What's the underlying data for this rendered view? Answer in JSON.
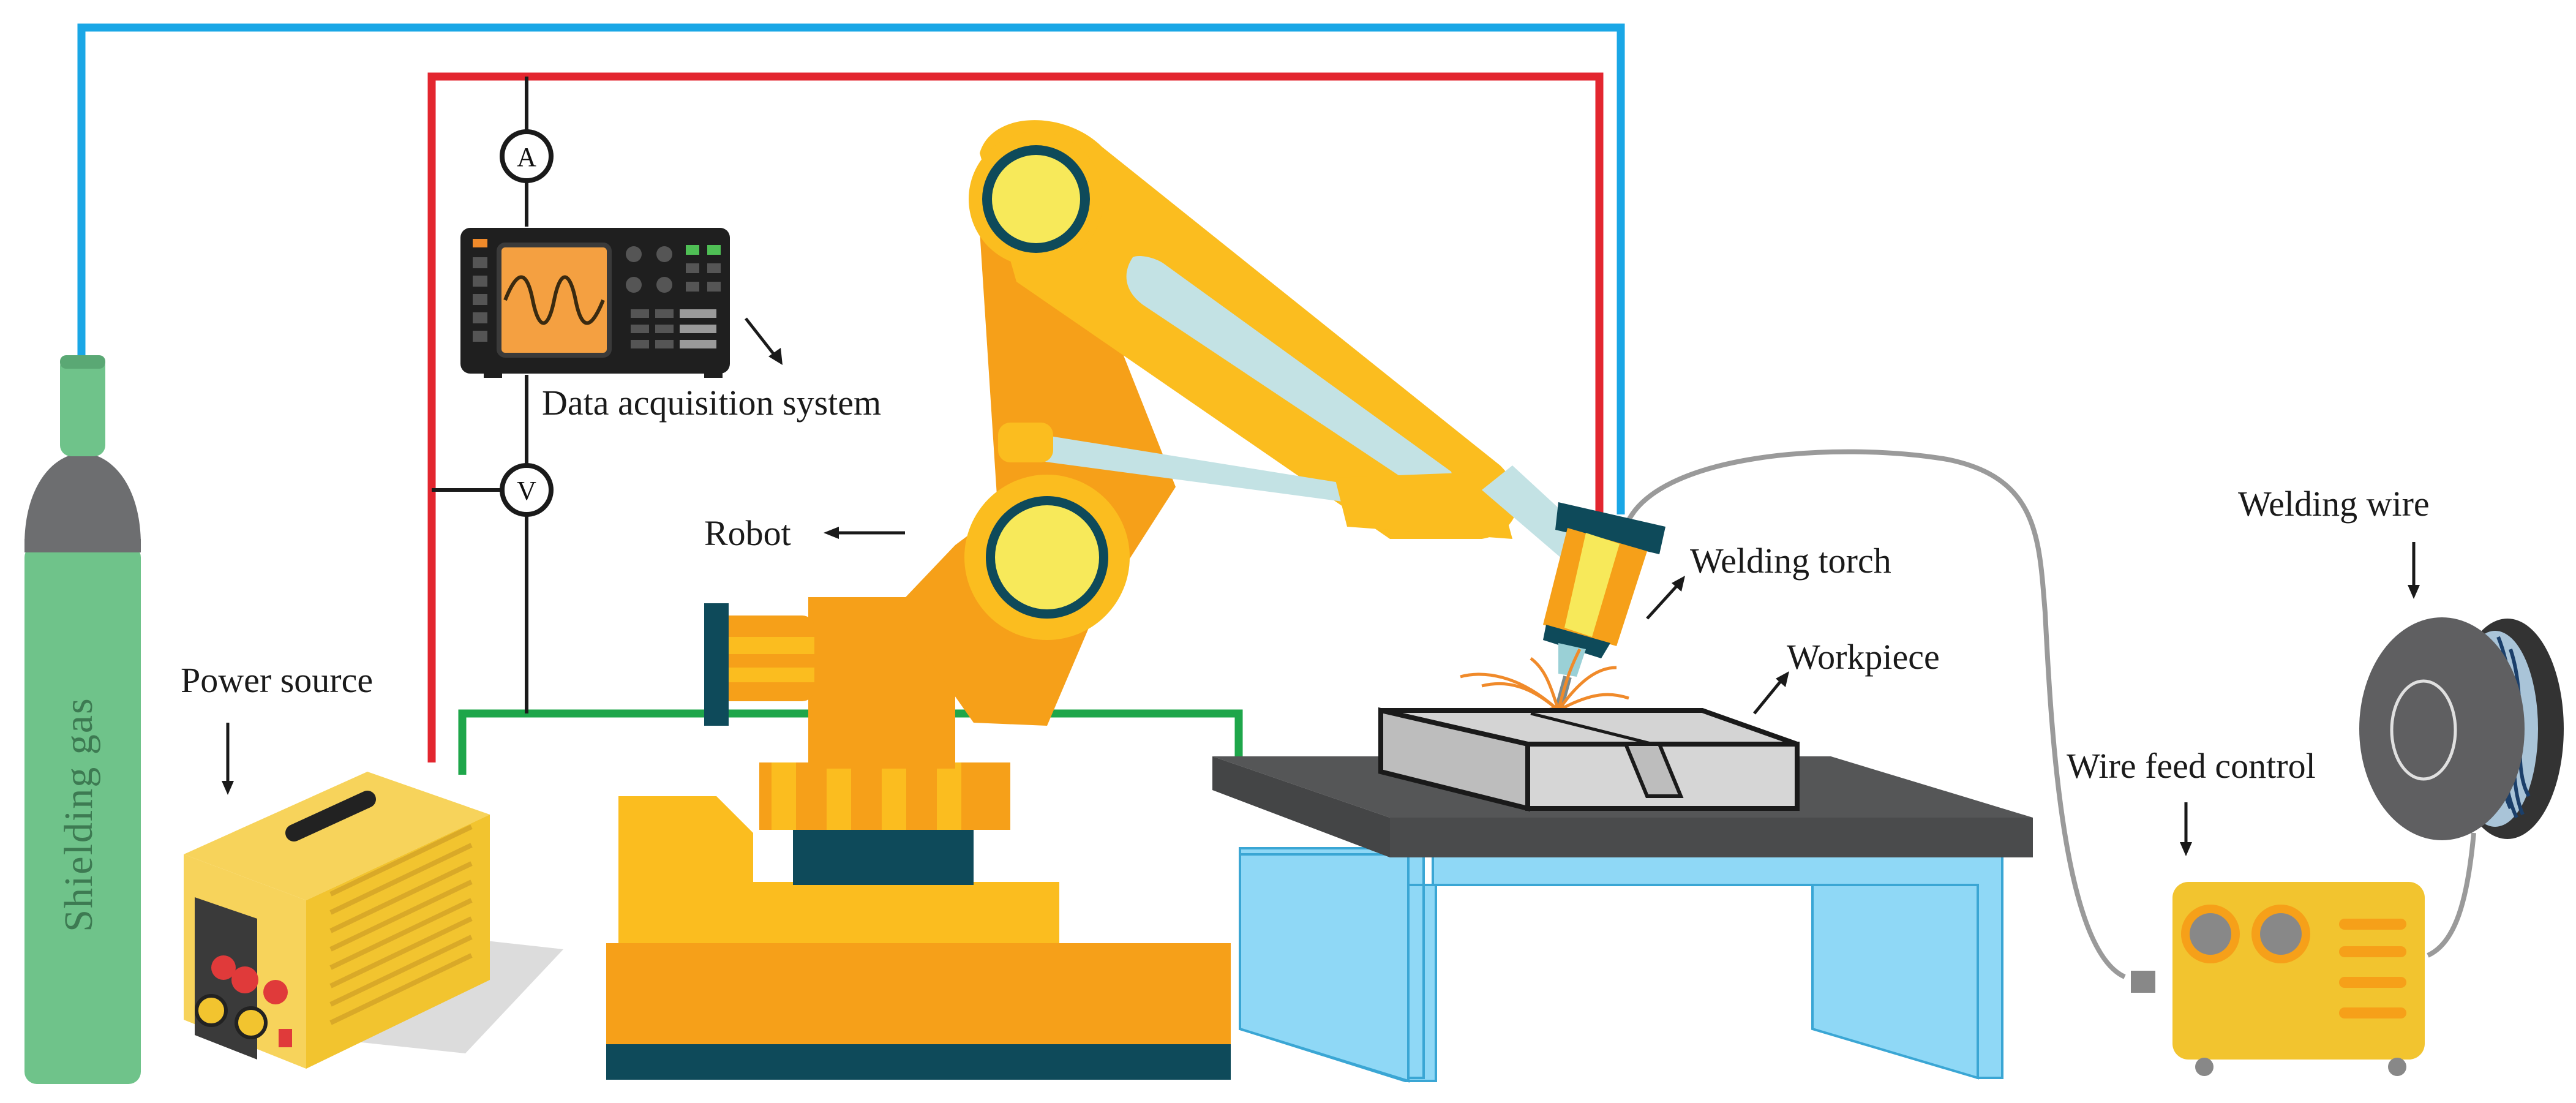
{
  "labels": {
    "shielding_gas": "Shielding gas",
    "power_source": "Power source",
    "data_acquisition": "Data acquisition system",
    "robot": "Robot",
    "welding_torch": "Welding torch",
    "workpiece": "Workpiece",
    "welding_wire": "Welding wire",
    "wire_feed_control": "Wire feed control"
  },
  "meters": {
    "ammeter": "A",
    "voltmeter": "V"
  },
  "colors": {
    "gas_line": "#1aa7e6",
    "positive_line": "#e3262f",
    "ground_line": "#1ea64a",
    "signal_line": "#1a1a1a",
    "wire_cable": "#9a9a9a",
    "robot_yellow": "#fbbd1f",
    "robot_orange": "#f6a019",
    "robot_teal": "#0e4a5a",
    "table_blue": "#8fd8f6",
    "cylinder_green": "#6fc38a"
  },
  "icons": {
    "cylinder": "gas-cylinder-icon",
    "power": "welding-power-source-icon",
    "oscilloscope": "oscilloscope-icon",
    "robot": "industrial-robot-arm-icon",
    "torch": "welding-torch-icon",
    "table": "work-table-icon",
    "spool": "wire-spool-icon",
    "feeder": "wire-feeder-icon"
  }
}
